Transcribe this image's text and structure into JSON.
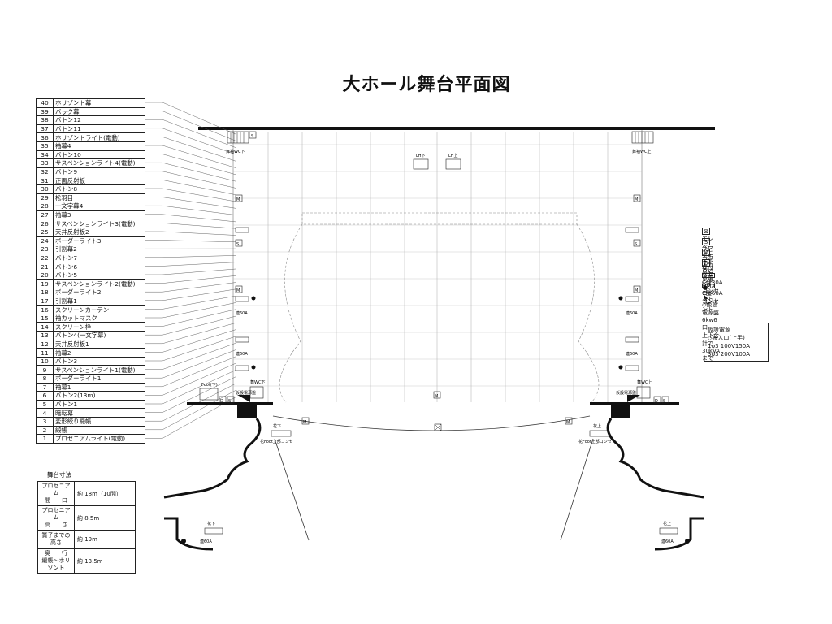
{
  "title": "大ホール舞台平面図",
  "bars": [
    {
      "no": "40",
      "name": "ホリゾント幕"
    },
    {
      "no": "39",
      "name": "バック幕"
    },
    {
      "no": "38",
      "name": "バトン12"
    },
    {
      "no": "37",
      "name": "バトン11"
    },
    {
      "no": "36",
      "name": "ホリゾントライト(電動)"
    },
    {
      "no": "35",
      "name": "袖幕4"
    },
    {
      "no": "34",
      "name": "バトン10"
    },
    {
      "no": "33",
      "name": "サスペンションライト4(電動)"
    },
    {
      "no": "32",
      "name": "バトン9"
    },
    {
      "no": "31",
      "name": "正面反射板"
    },
    {
      "no": "30",
      "name": "バトン8"
    },
    {
      "no": "29",
      "name": "松羽目"
    },
    {
      "no": "28",
      "name": "一文字幕4"
    },
    {
      "no": "27",
      "name": "袖幕3"
    },
    {
      "no": "26",
      "name": "サスペンションライト3(電動)"
    },
    {
      "no": "25",
      "name": "天井反射板2"
    },
    {
      "no": "24",
      "name": "ボーダーライト3"
    },
    {
      "no": "23",
      "name": "引割幕2"
    },
    {
      "no": "22",
      "name": "バトン7"
    },
    {
      "no": "21",
      "name": "バトン6"
    },
    {
      "no": "20",
      "name": "バトン5"
    },
    {
      "no": "19",
      "name": "サスペンションライト2(電動)"
    },
    {
      "no": "18",
      "name": "ボーダーライト2"
    },
    {
      "no": "17",
      "name": "引割幕1"
    },
    {
      "no": "16",
      "name": "スクリーンカーテン"
    },
    {
      "no": "15",
      "name": "袖カットマスク"
    },
    {
      "no": "14",
      "name": "スクリーン枠"
    },
    {
      "no": "13",
      "name": "バトン4(一文字幕)"
    },
    {
      "no": "12",
      "name": "天井反射板1"
    },
    {
      "no": "11",
      "name": "袖幕2"
    },
    {
      "no": "10",
      "name": "バトン3"
    },
    {
      "no": "9",
      "name": "サスペンションライト1(電動)"
    },
    {
      "no": "8",
      "name": "ボーダーライト1"
    },
    {
      "no": "7",
      "name": "袖幕1"
    },
    {
      "no": "6",
      "name": "バトン2(13m)"
    },
    {
      "no": "5",
      "name": "バトン1"
    },
    {
      "no": "4",
      "name": "暗転幕"
    },
    {
      "no": "3",
      "name": "変形絞り緞帳"
    },
    {
      "no": "2",
      "name": "緞帳"
    },
    {
      "no": "1",
      "name": "プロセニアムライト(電動)"
    }
  ],
  "dimensions": {
    "label": "舞台寸法",
    "rows": [
      {
        "key": "プロセニアム\n間　　口",
        "value": "約 18m（10間）"
      },
      {
        "key": "プロセニアム\n高　　さ",
        "value": "約 8.5m"
      },
      {
        "key": "簀子までの高さ",
        "value": "約 19m"
      },
      {
        "key": "奥　　行\n緞帳〜ホリゾント",
        "value": "約 13.5m"
      }
    ]
  },
  "legend": [
    {
      "symbol": "⊠",
      "label": "エレベーターマイク"
    },
    {
      "symbol": "S",
      "label": "スピーカーコンセント"
    },
    {
      "symbol": "M",
      "label": "マイクコンセント"
    },
    {
      "symbol": "D",
      "label": "持込卓用DMXコンセント"
    },
    {
      "symbol": "",
      "label": "C型30Aコンセント"
    },
    {
      "symbol": "●",
      "label": "C型60Aコンセント"
    },
    {
      "symbol": "◣",
      "label": "◇仮設電源盤　6kw6口\n上下合計で30kVAまで"
    }
  ],
  "power": {
    "title": "仮設電源",
    "lines": [
      "◇搬入口(上手)",
      "1φ3 100V150A",
      "3φ3 200V100A"
    ]
  },
  "stage_labels": {
    "tl_wc": "舞袖WC下",
    "tr_wc": "舞袖WC上",
    "lh_left": "LH下",
    "lh_right": "LH上",
    "foot_left": "Foot(下)",
    "box_left": "仮設電源盤",
    "box_right": "仮設電源盤",
    "wc_left_lower": "舞WC下",
    "wc_right_lower": "舞WC上",
    "c60_left_1": "連60A",
    "c60_right_1": "連60A",
    "c60_left_2": "連60A",
    "c60_right_2": "連60A",
    "flip_left": "花下",
    "flip_right": "花上",
    "flip_note_left": "花Foot上部コンセ",
    "flip_note_right": "花Foot上部コンセ",
    "pit_left": "花下",
    "pit_right": "花上",
    "pit_note_left": "連60A",
    "pit_note_right": "連60A",
    "S": "S",
    "M": "M",
    "D": "D"
  }
}
